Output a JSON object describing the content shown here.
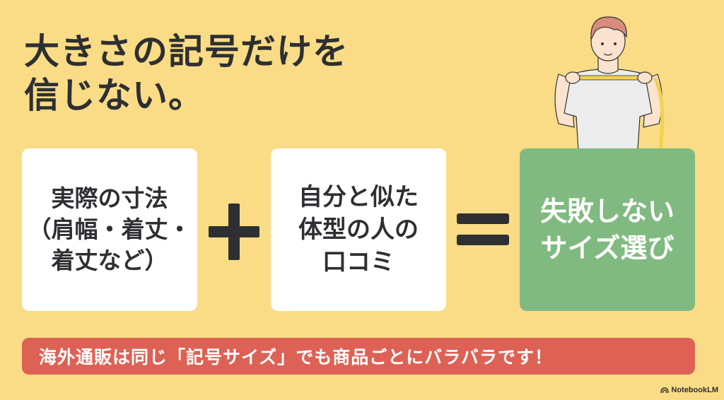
{
  "title": {
    "line1": "大きさの記号だけを",
    "line2": "信じない。"
  },
  "equation": {
    "term1": {
      "lines": [
        "実際の寸法",
        "（肩幅・着丈・",
        "着丈など）"
      ]
    },
    "operator_plus": "+",
    "term2": {
      "lines": [
        "自分と似た",
        "体型の人の",
        "口コミ"
      ]
    },
    "operator_equals": "=",
    "result": {
      "lines": [
        "失敗しない",
        "サイズ選び"
      ]
    }
  },
  "illustration": {
    "description": "man-measuring-tshirt-with-tape-measure"
  },
  "banner": {
    "text": "海外通販は同じ「記号サイズ」でも商品ごとにバラバラです！"
  },
  "brand": {
    "icon": "notebooklm-logo-icon",
    "label": "NotebookLM"
  },
  "colors": {
    "background": "#f9dc85",
    "text_dark": "#2e2f33",
    "card_white": "#ffffff",
    "result_green": "#80ba80",
    "banner_red": "#dd6255"
  }
}
